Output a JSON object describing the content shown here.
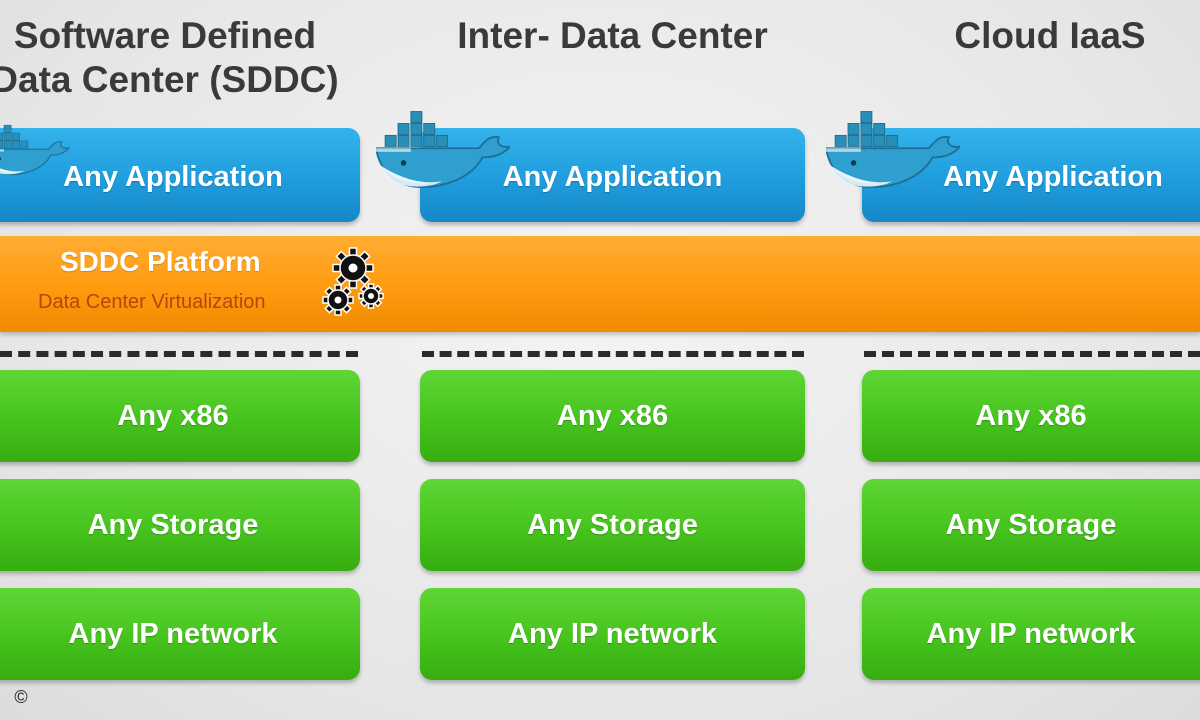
{
  "columns": [
    {
      "title": "Software Defined\nData Center (SDDC)",
      "app": "Any Application",
      "x86": "Any x86",
      "storage": "Any Storage",
      "network": "Any IP network"
    },
    {
      "title": "Inter- Data Center",
      "app": "Any Application",
      "x86": "Any x86",
      "storage": "Any Storage",
      "network": "Any IP network"
    },
    {
      "title": "Cloud IaaS",
      "app": "Any Application",
      "x86": "Any x86",
      "storage": "Any Storage",
      "network": "Any IP network"
    }
  ],
  "platform": {
    "title": "SDDC Platform",
    "subtitle": "Data Center Virtualization"
  },
  "copyright": "©",
  "icons": [
    "docker-whale-icon",
    "gears-icon",
    "copyright-icon"
  ],
  "colors": {
    "application": "#1f9ddd",
    "platform": "#ff9c12",
    "infrastructure": "#46c31d",
    "title_text": "#3a3a3a"
  }
}
